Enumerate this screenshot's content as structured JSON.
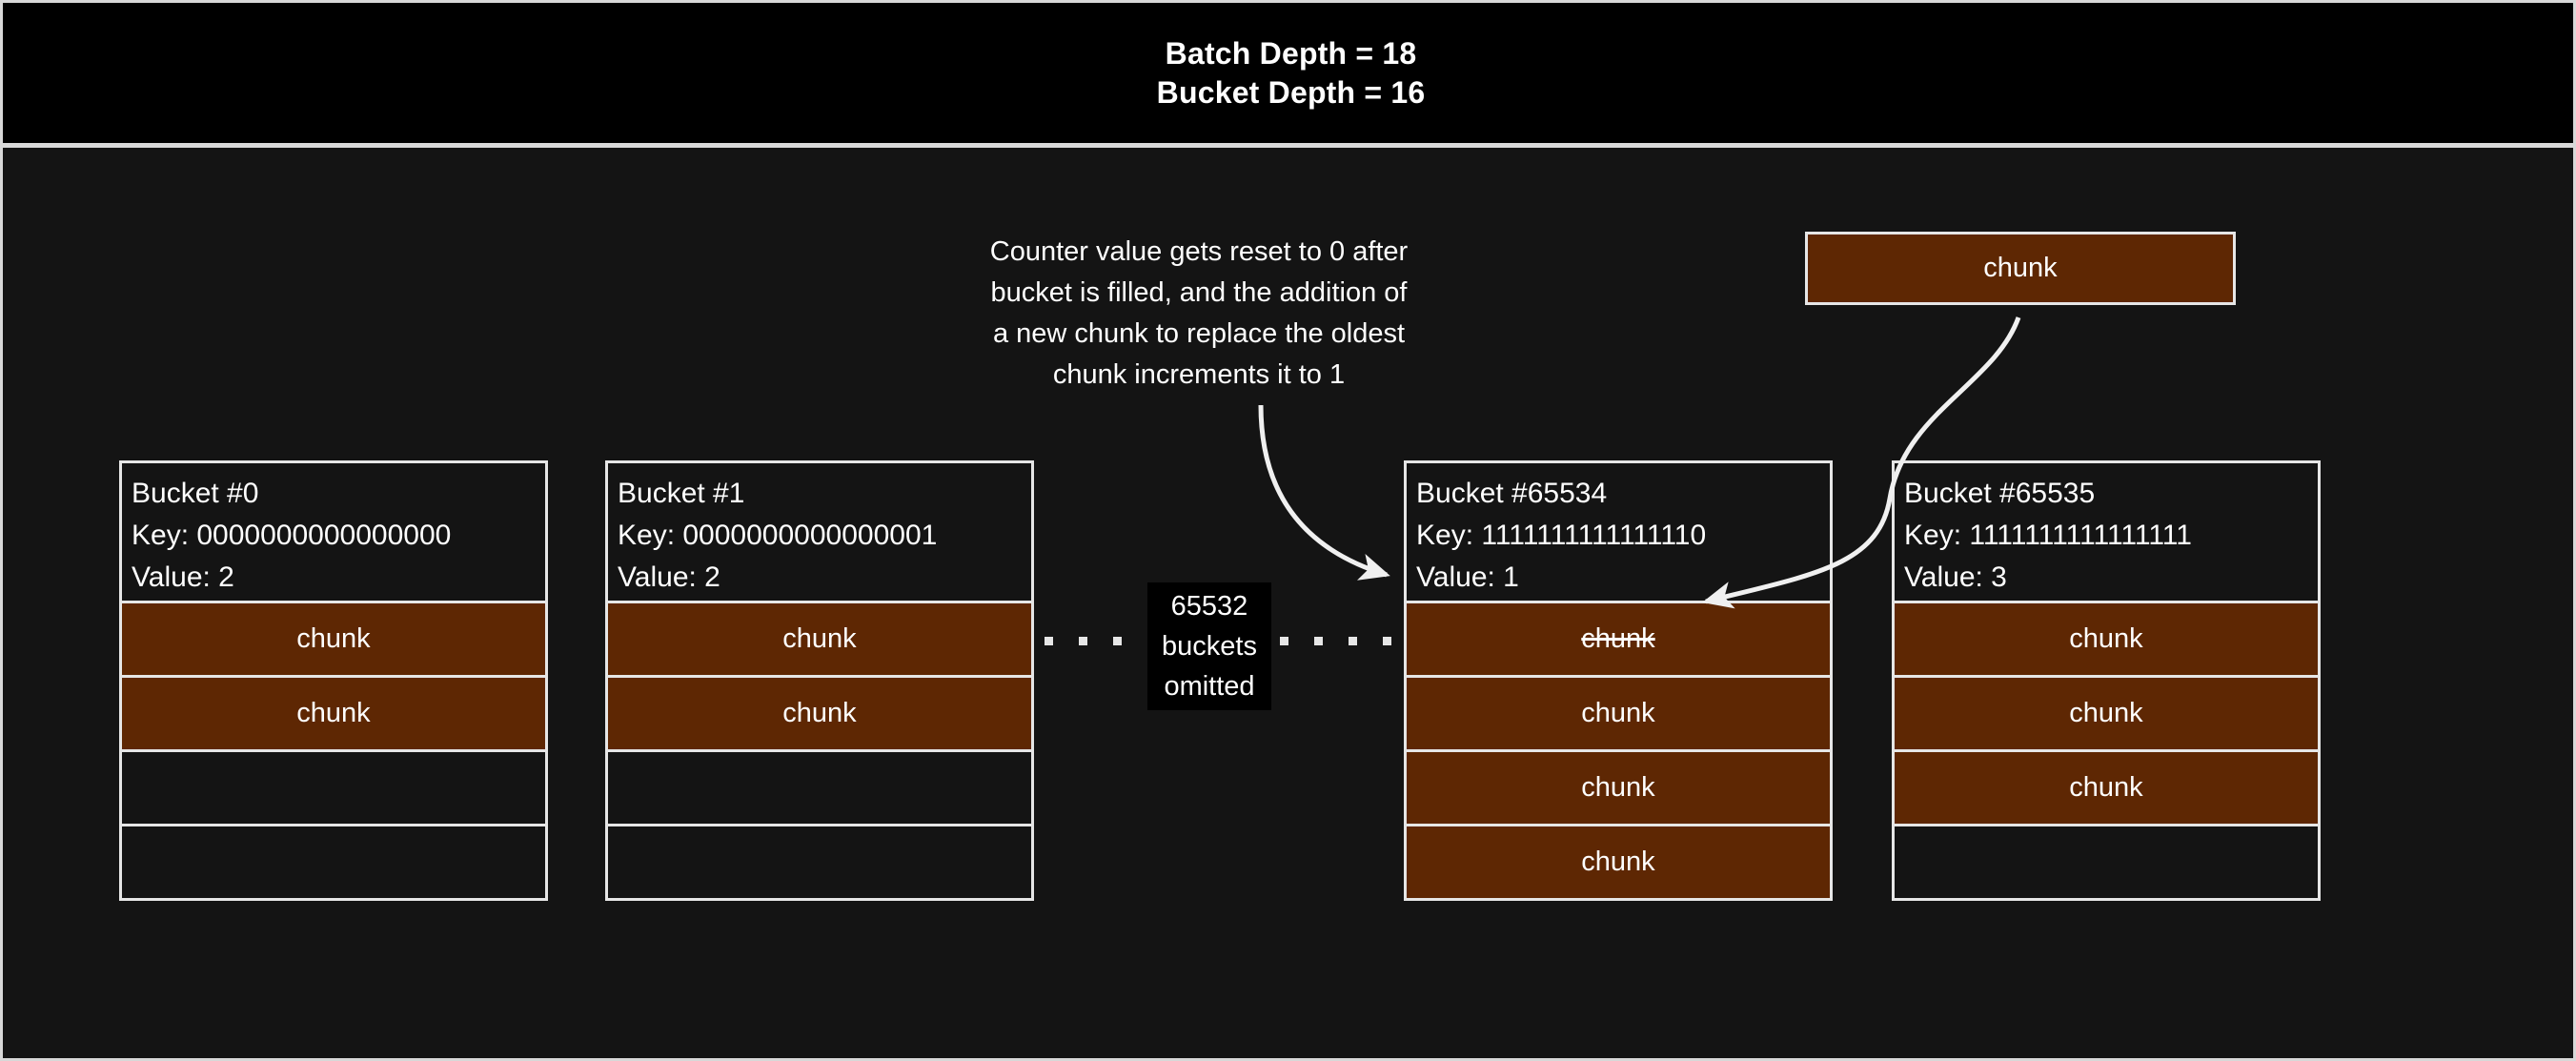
{
  "header": {
    "line1": "Batch Depth = 18",
    "line2": "Bucket Depth = 16"
  },
  "annotation": {
    "line1": "Counter value gets reset to 0 after",
    "line2": "bucket is filled, and the addition of",
    "line3": "a new chunk to replace the oldest",
    "line4": "chunk increments it to 1"
  },
  "floating_chunk": {
    "label": "chunk"
  },
  "omitted": {
    "line1": "65532",
    "line2": "buckets",
    "line3": "omitted"
  },
  "buckets": [
    {
      "title": "Bucket #0",
      "key": "Key: 0000000000000000",
      "value": "Value: 2",
      "slots": [
        {
          "label": "chunk",
          "filled": true,
          "struck": false
        },
        {
          "label": "chunk",
          "filled": true,
          "struck": false
        },
        {
          "label": "",
          "filled": false,
          "struck": false
        },
        {
          "label": "",
          "filled": false,
          "struck": false
        }
      ]
    },
    {
      "title": "Bucket #1",
      "key": "Key: 0000000000000001",
      "value": "Value: 2",
      "slots": [
        {
          "label": "chunk",
          "filled": true,
          "struck": false
        },
        {
          "label": "chunk",
          "filled": true,
          "struck": false
        },
        {
          "label": "",
          "filled": false,
          "struck": false
        },
        {
          "label": "",
          "filled": false,
          "struck": false
        }
      ]
    },
    {
      "title": "Bucket #65534",
      "key": "Key: 1111111111111110",
      "value": "Value: 1",
      "slots": [
        {
          "label": "chunk",
          "filled": true,
          "struck": true
        },
        {
          "label": "chunk",
          "filled": true,
          "struck": false
        },
        {
          "label": "chunk",
          "filled": true,
          "struck": false
        },
        {
          "label": "chunk",
          "filled": true,
          "struck": false
        }
      ]
    },
    {
      "title": "Bucket #65535",
      "key": "Key: 1111111111111111",
      "value": "Value: 3",
      "slots": [
        {
          "label": "chunk",
          "filled": true,
          "struck": false
        },
        {
          "label": "chunk",
          "filled": true,
          "struck": false
        },
        {
          "label": "chunk",
          "filled": true,
          "struck": false
        },
        {
          "label": "",
          "filled": false,
          "struck": false
        }
      ]
    }
  ],
  "colors": {
    "background": "#141414",
    "banner_background": "#000000",
    "chunk_fill": "#5e2703",
    "border": "#e6e6e6",
    "text": "#ffffff"
  }
}
